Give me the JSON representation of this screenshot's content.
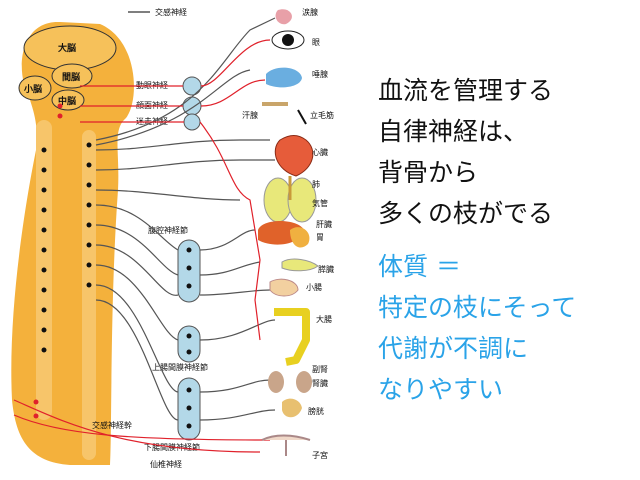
{
  "diagram": {
    "legend_label": "交感神経",
    "brain_labels": {
      "cerebrum": "大脳",
      "interbrain": "間脳",
      "cerebellum": "小脳",
      "midbrain": "中脳"
    },
    "nerve_labels": {
      "oculomotor": "動眼神経",
      "facial": "顔面神経",
      "vagus": "迷走神経",
      "celiac_ganglion": "腹腔神経節",
      "superior_mesenteric_ganglion": "上腸間膜神経節",
      "sympathetic_trunk": "交感神経幹",
      "inferior_mesenteric_ganglion": "下腸間膜神経節",
      "sacral": "仙椎神経"
    },
    "organ_labels": {
      "lacrimal": "涙腺",
      "eye": "眼",
      "salivary": "唾腺",
      "sweat": "汗腺",
      "arrector": "立毛筋",
      "heart": "心臓",
      "lung": "肺",
      "trachea": "気管",
      "liver": "肝臓",
      "stomach": "胃",
      "pancreas": "膵臓",
      "small_intestine": "小腸",
      "large_intestine": "大腸",
      "adrenal": "副腎",
      "kidney": "腎臓",
      "bladder": "膀胱",
      "uterus": "子宮"
    }
  },
  "message": {
    "black_lines": [
      "血流を管理する",
      "自律神経は、",
      "背骨から",
      "多くの枝がでる"
    ],
    "blue_lines": [
      "体質 ＝",
      "特定の枝にそって",
      "代謝が不調に",
      "なりやすい"
    ]
  },
  "colors": {
    "body": "#f4b13c",
    "spine": "#f7c56a",
    "ganglion": "#b3d8e8",
    "nerve_red": "#e0212b",
    "nerve_gray": "#555555",
    "text_blue": "#2aa3e8"
  }
}
